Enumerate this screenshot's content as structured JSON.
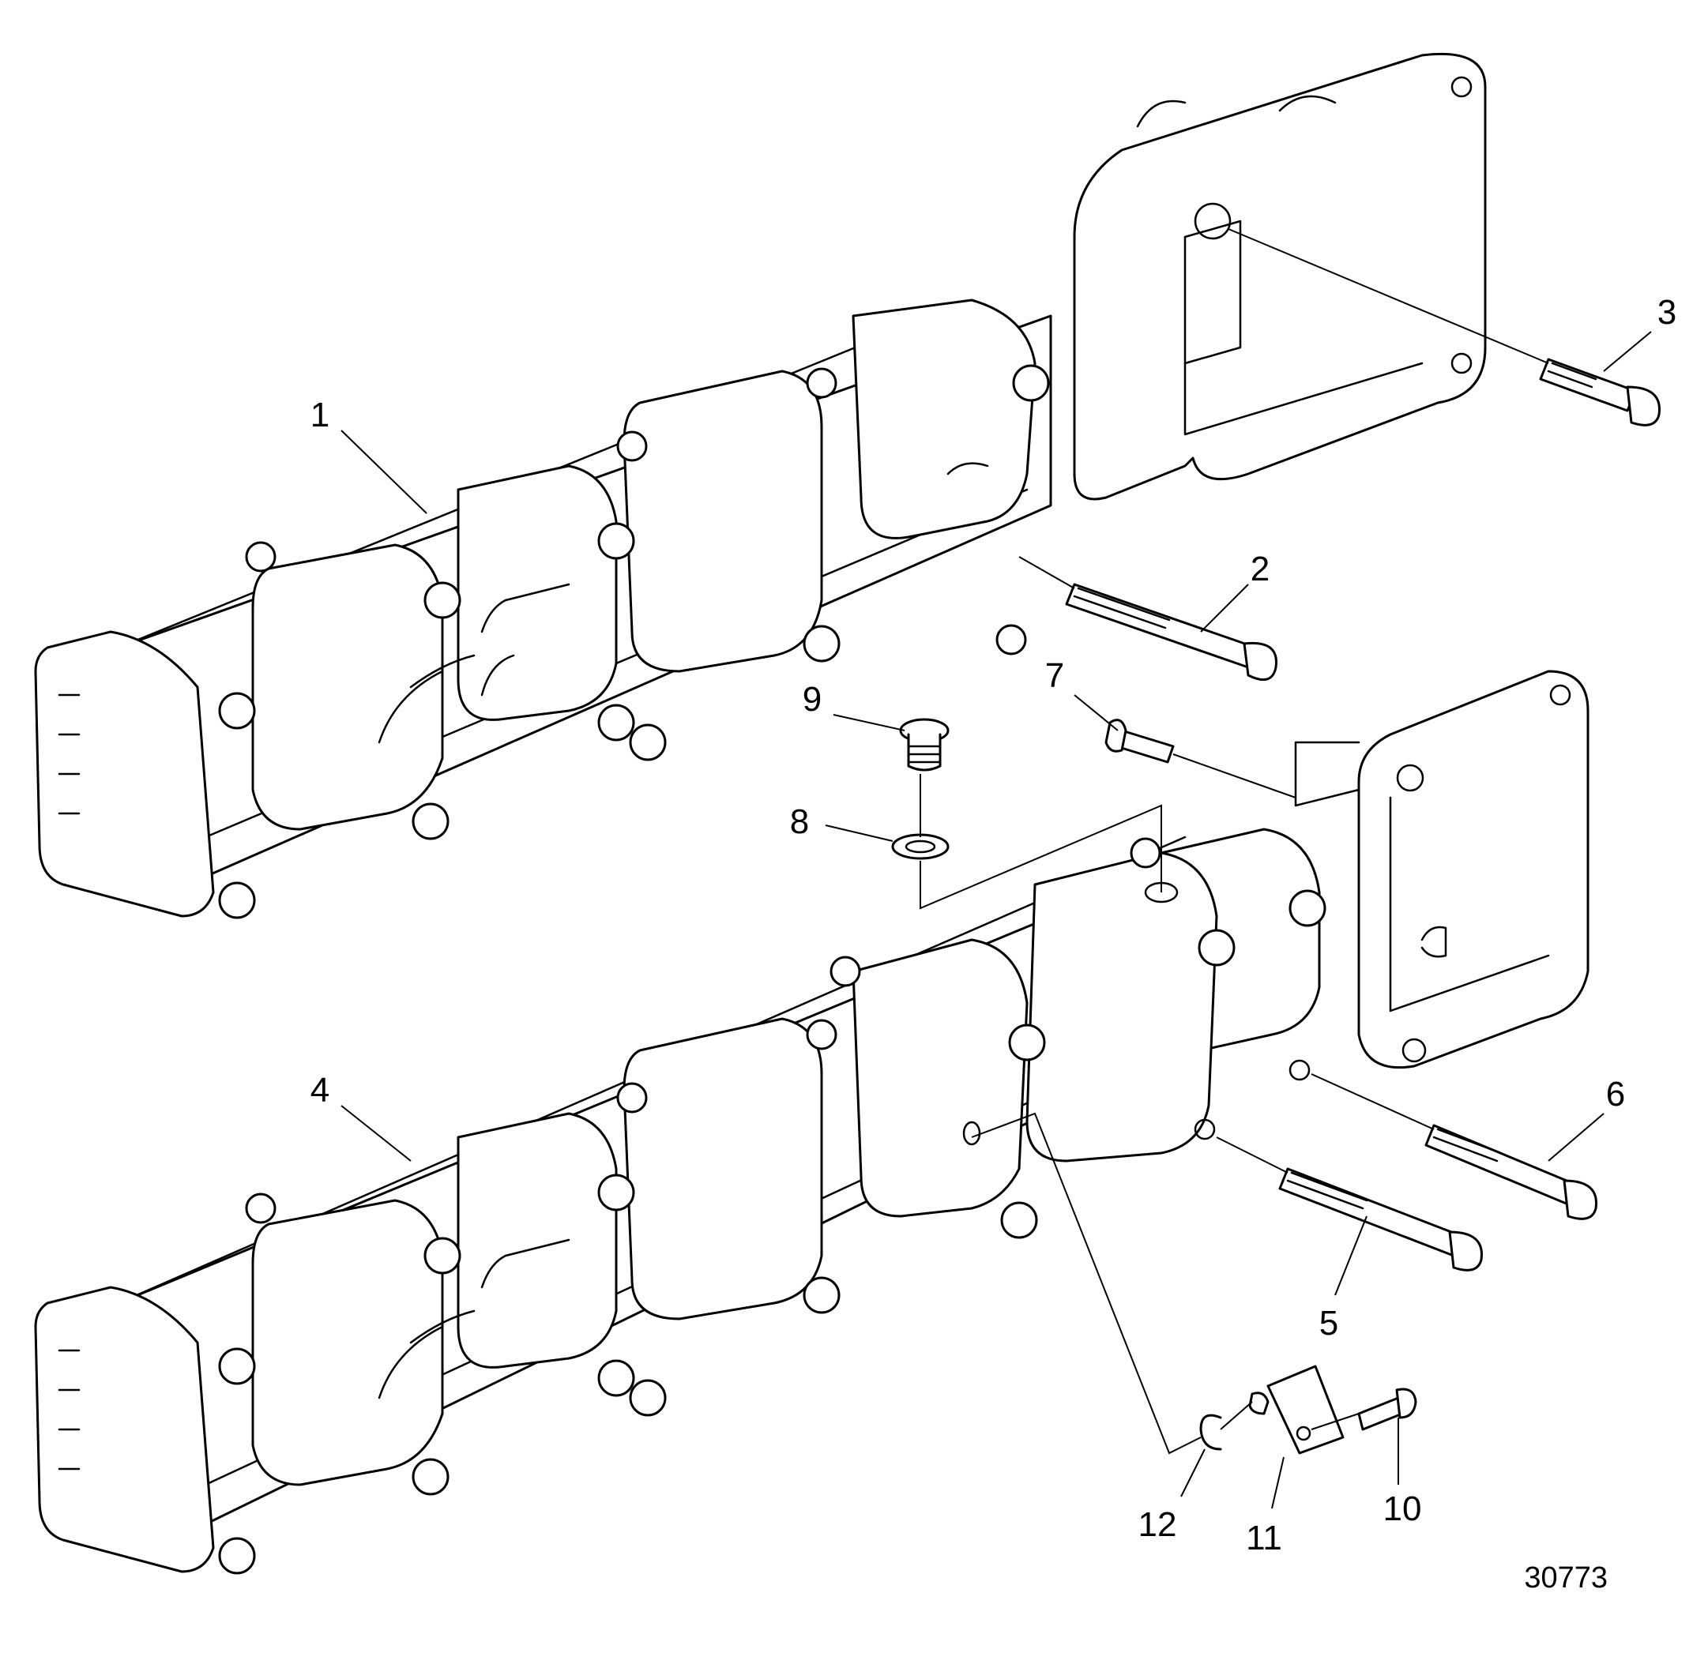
{
  "figure": {
    "number": "30773"
  },
  "callouts": [
    {
      "id": "1",
      "label": "1"
    },
    {
      "id": "2",
      "label": "2"
    },
    {
      "id": "3",
      "label": "3"
    },
    {
      "id": "4",
      "label": "4"
    },
    {
      "id": "5",
      "label": "5"
    },
    {
      "id": "6",
      "label": "6"
    },
    {
      "id": "7",
      "label": "7"
    },
    {
      "id": "8",
      "label": "8"
    },
    {
      "id": "9",
      "label": "9"
    },
    {
      "id": "10",
      "label": "10"
    },
    {
      "id": "11",
      "label": "11"
    },
    {
      "id": "12",
      "label": "12"
    }
  ],
  "colors": {
    "line": "#000000",
    "background": "#ffffff"
  }
}
